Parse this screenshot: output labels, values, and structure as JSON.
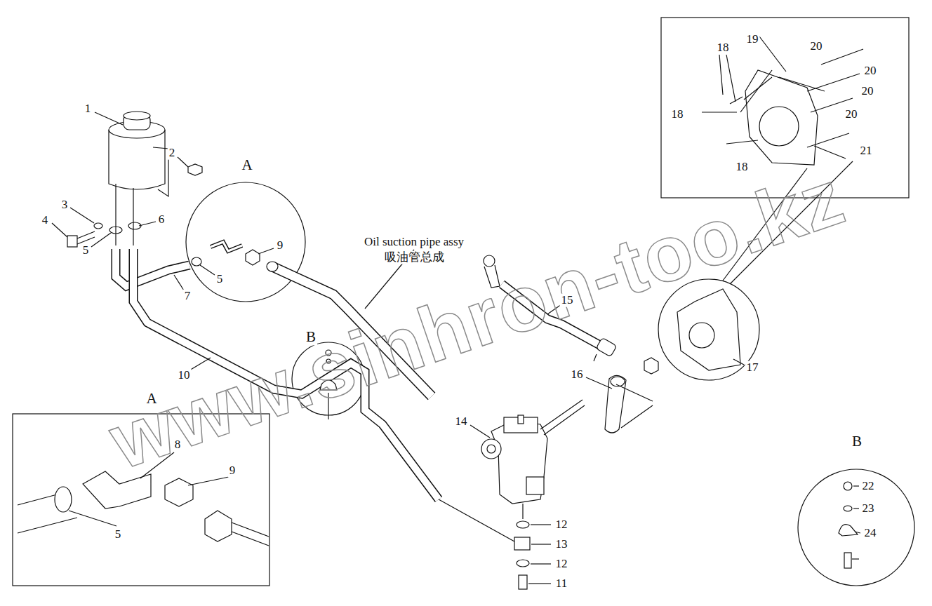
{
  "diagram": {
    "labels": [
      "19",
      "20",
      "18",
      "20",
      "20",
      "1",
      "18",
      "20",
      "2",
      "21",
      "A",
      "18",
      "3",
      "6",
      "4",
      "Oil suction pipe assy",
      "9",
      "5",
      "吸油管总成",
      "5",
      "7",
      "15",
      "B",
      "17",
      "10",
      "16",
      "A",
      "14",
      "B",
      "8",
      "9",
      "22",
      "23",
      "12",
      "24",
      "5",
      "13",
      "12",
      "11",
      "www.sinhron-too.kz"
    ]
  }
}
